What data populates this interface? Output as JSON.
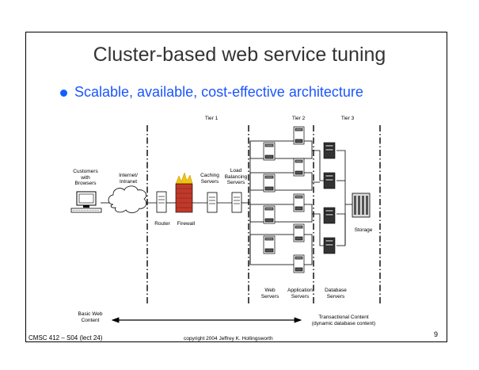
{
  "slide": {
    "title": "Cluster-based web service tuning",
    "bullet": "Scalable, available, cost-effective architecture",
    "page_number": "9",
    "course": "CMSC 412 – S04 (lect 24)",
    "copyright": "copyright  2004 Jeffrey K. Hollingsworth"
  },
  "diagram": {
    "tiers": {
      "tier1": "Tier 1",
      "tier2": "Tier 2",
      "tier3": "Tier 3"
    },
    "nodes": {
      "customers": [
        "Customers",
        "with",
        "Browsers"
      ],
      "internet": [
        "Internet/",
        "Intranet"
      ],
      "caching": [
        "Caching",
        "Servers"
      ],
      "load": [
        "Load",
        "Balancing",
        "Servers"
      ],
      "router": "Router",
      "firewall": "Firewall",
      "storage": "Storage",
      "web_servers": [
        "Web",
        "Servers"
      ],
      "app_servers": [
        "Application",
        "Servers"
      ],
      "db_servers": [
        "Database",
        "Servers"
      ]
    },
    "bottom": {
      "left": [
        "Basic Web",
        "Content"
      ],
      "right": [
        "Transactional Content",
        "(dynamic database content)"
      ]
    }
  },
  "colors": {
    "title": "#333333",
    "bullet": "#1a55ff",
    "firewall": "#c0392b",
    "flame": "#f1c40f"
  }
}
